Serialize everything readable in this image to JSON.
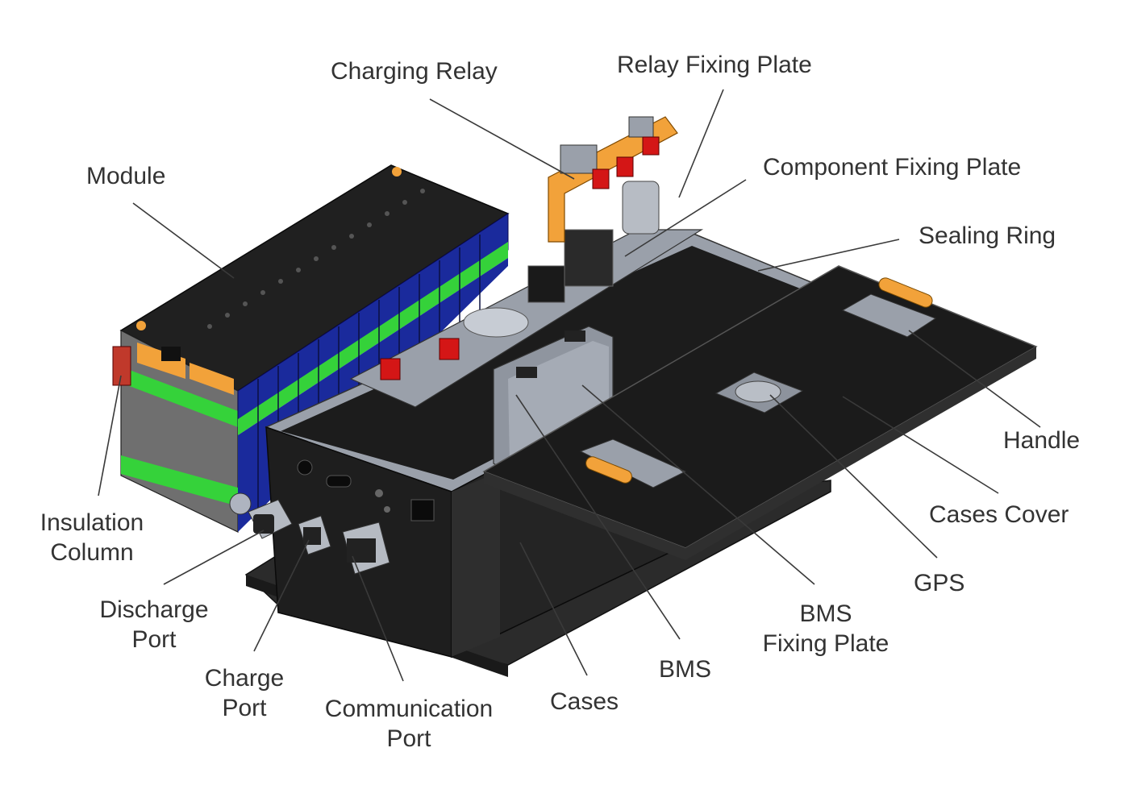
{
  "labels": {
    "charging_relay": "Charging Relay",
    "relay_fixing_plate": "Relay Fixing Plate",
    "component_fixing_plate": "Component Fixing Plate",
    "sealing_ring": "Sealing Ring",
    "module": "Module",
    "handle": "Handle",
    "cases_cover": "Cases Cover",
    "gps": "GPS",
    "bms_fixing_plate": [
      "BMS",
      "Fixing Plate"
    ],
    "bms": "BMS",
    "cases": "Cases",
    "communication_port": [
      "Communication",
      "Port"
    ],
    "charge_port": [
      "Charge",
      "Port"
    ],
    "discharge_port": [
      "Discharge",
      "Port"
    ],
    "insulation_column": [
      "Insulation",
      "Column"
    ]
  },
  "colors": {
    "label_text": "#333333",
    "leader_line": "#3a3a3a",
    "case_body": "#1c1c1c",
    "flange": "#a9adb8",
    "module_blue": "#1a2a9c",
    "module_green": "#35d23a",
    "relay_red": "#d41616",
    "handle_orange": "#f2a23a",
    "plate_grey": "#9aa0aa"
  }
}
